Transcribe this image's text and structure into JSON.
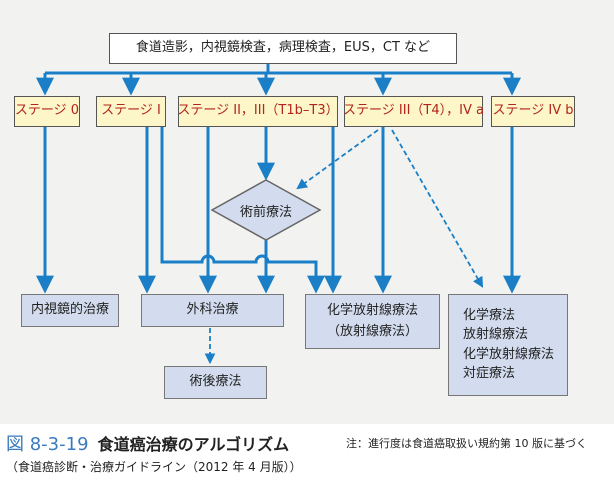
{
  "diagram": {
    "top_box": "食道造影，内視鏡検査，病理検査，EUS，CT など",
    "stages": [
      "ステージ 0",
      "ステージ I",
      "ステージ II，III（T1b–T3）",
      "ステージ III（T4），IV a",
      "ステージ IV b"
    ],
    "neoadjuvant": "術前療法",
    "treatments": {
      "endoscopic": "内視鏡的治療",
      "surgery": "外科治療",
      "chemoradiation_line1": "化学放射線療法",
      "chemoradiation_line2": "（放射線療法）",
      "postoperative": "術後療法",
      "stage4b_lines": [
        "化学療法",
        "放射線療法",
        "化学放射線療法",
        "対症療法"
      ]
    },
    "colors": {
      "arrow": "#1a7fc6",
      "stage_fill": "#fcf6c8",
      "stage_text": "#b3241b",
      "treatment_fill": "#d2dcee",
      "panel_bg": "#f2f3f1",
      "diamond_fill": "#d2dcee"
    }
  },
  "caption": {
    "figure_number": "図 8-3-19",
    "title": "食道癌治療のアルゴリズム",
    "note": "注：進行度は食道癌取扱い規約第 10 版に基づく",
    "source": "（食道癌診断・治療ガイドライン（2012 年 4 月版））"
  }
}
